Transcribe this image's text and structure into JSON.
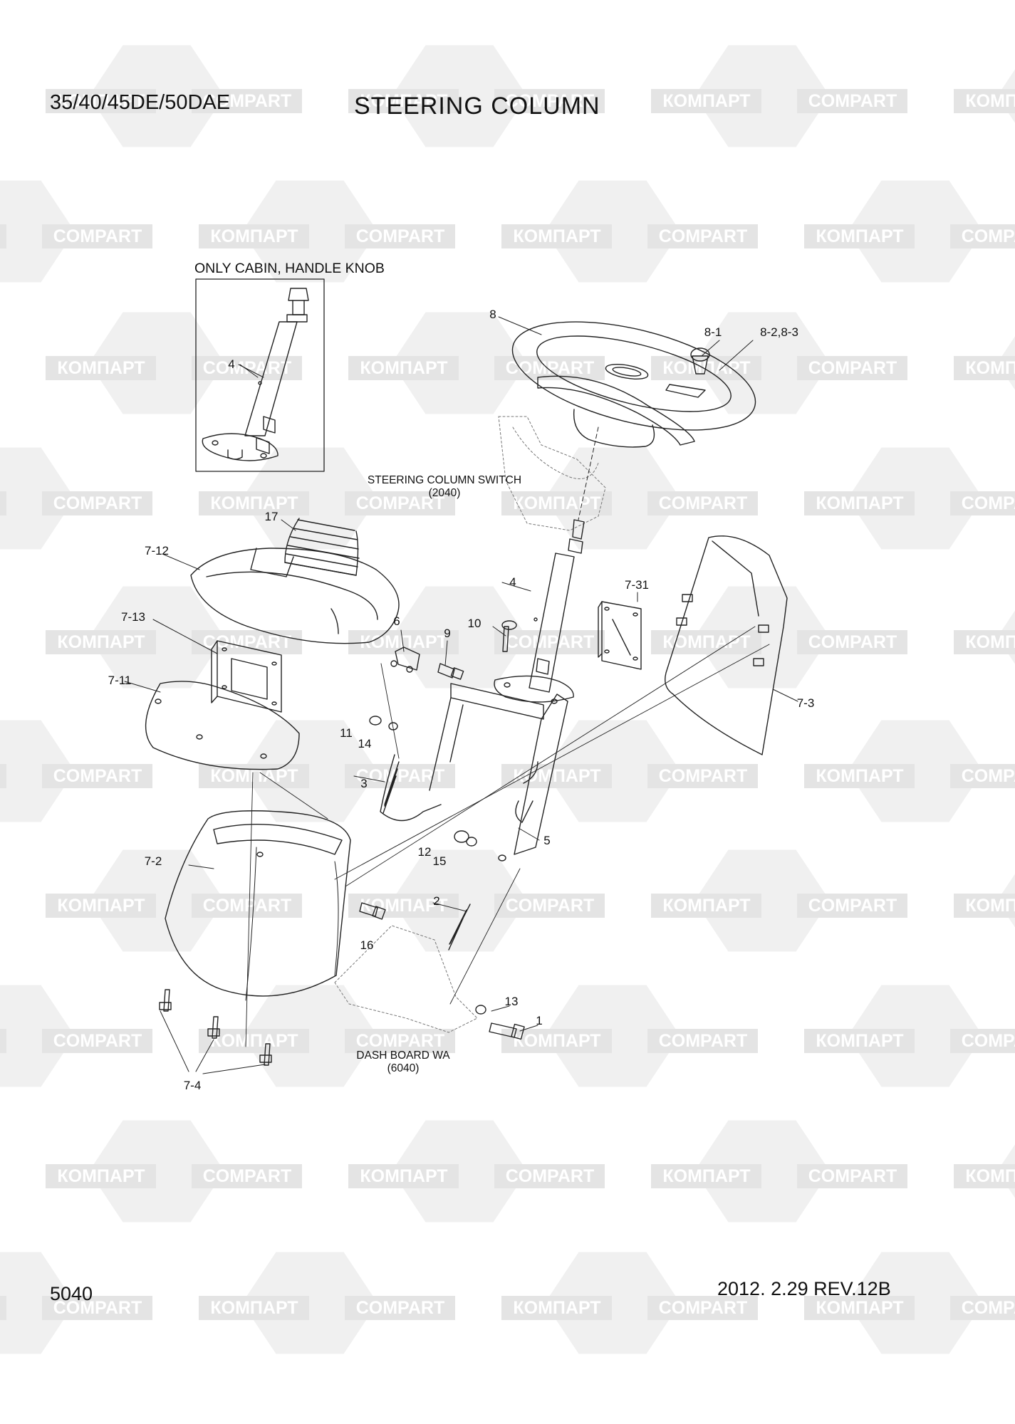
{
  "header": {
    "model": "35/40/45DE/50DAE",
    "title": "STEERING COLUMN"
  },
  "footer": {
    "page_number": "5040",
    "revision": "2012. 2.29  REV.12B"
  },
  "inset": {
    "label": "ONLY CABIN, HANDLE KNOB"
  },
  "references": {
    "steering_switch_line1": "STEERING COLUMN SWITCH",
    "steering_switch_line2": "(2040)",
    "dash_board_line1": "DASH BOARD WA",
    "dash_board_line2": "(6040)"
  },
  "watermark": {
    "cyrillic": "КОМПАРТ",
    "latin": "COMPART",
    "color": "#e4e4e4"
  },
  "callouts": [
    "4",
    "8",
    "8-1",
    "8-2,8-3",
    "17",
    "7-12",
    "7-13",
    "7-11",
    "6",
    "9",
    "10",
    "4",
    "7-31",
    "7-3",
    "11",
    "14",
    "3",
    "5",
    "12",
    "15",
    "7-2",
    "2",
    "16",
    "13",
    "1",
    "7-4"
  ]
}
